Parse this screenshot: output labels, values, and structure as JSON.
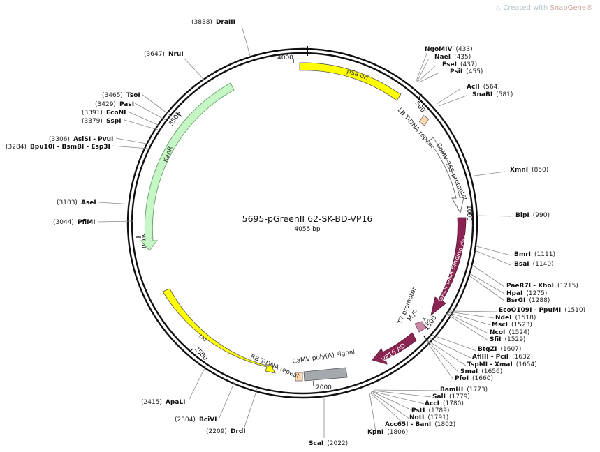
{
  "watermark": {
    "text": "Created with",
    "brand": "SnapGene®"
  },
  "plasmid": {
    "name": "5695-pGreenII 62-SK-BD-VP16",
    "size_label": "4055 bp",
    "length": 4055
  },
  "ticks": [
    "500",
    "1000",
    "1500",
    "2000",
    "2500",
    "3000",
    "3500",
    "4000"
  ],
  "sites": [
    {
      "name": "DraIII",
      "pos": "(3838)"
    },
    {
      "name": "NruI",
      "pos": "(3647)"
    },
    {
      "name": "TsoI",
      "pos": "(3465)"
    },
    {
      "name": "PasI",
      "pos": "(3429)"
    },
    {
      "name": "EcoNI",
      "pos": "(3391)"
    },
    {
      "name": "SspI",
      "pos": "(3379)"
    },
    {
      "name": "AsiSI - PvuI",
      "pos": "(3306)"
    },
    {
      "name": "Bpu10I - BsmBI - Esp3I",
      "pos": "(3284)"
    },
    {
      "name": "AseI",
      "pos": "(3103)"
    },
    {
      "name": "PflMI",
      "pos": "(3044)"
    },
    {
      "name": "ApaLI",
      "pos": "(2415)"
    },
    {
      "name": "BciVI",
      "pos": "(2304)"
    },
    {
      "name": "DrdI",
      "pos": "(2209)"
    },
    {
      "name": "ScaI",
      "pos": "(2022)"
    },
    {
      "name": "NgoMIV",
      "pos": "(433)"
    },
    {
      "name": "NaeI",
      "pos": "(435)"
    },
    {
      "name": "FseI",
      "pos": "(437)"
    },
    {
      "name": "PsiI",
      "pos": "(455)"
    },
    {
      "name": "AclI",
      "pos": "(564)"
    },
    {
      "name": "SnaBI",
      "pos": "(581)"
    },
    {
      "name": "XmnI",
      "pos": "(850)"
    },
    {
      "name": "BlpI",
      "pos": "(990)"
    },
    {
      "name": "BmrI",
      "pos": "(1111)"
    },
    {
      "name": "BsaI",
      "pos": "(1140)"
    },
    {
      "name": "PaeR7I - XhoI",
      "pos": "(1215)"
    },
    {
      "name": "HpaI",
      "pos": "(1275)"
    },
    {
      "name": "BsrGI",
      "pos": "(1288)"
    },
    {
      "name": "EcoO109I - PpuMI",
      "pos": "(1510)"
    },
    {
      "name": "NdeI",
      "pos": "(1518)"
    },
    {
      "name": "MscI",
      "pos": "(1523)"
    },
    {
      "name": "NcoI",
      "pos": "(1524)"
    },
    {
      "name": "SfiI",
      "pos": "(1529)"
    },
    {
      "name": "BtgZI",
      "pos": "(1607)"
    },
    {
      "name": "AflIII - PciI",
      "pos": "(1632)"
    },
    {
      "name": "TspMI - XmaI",
      "pos": "(1654)"
    },
    {
      "name": "SmaI",
      "pos": "(1656)"
    },
    {
      "name": "PfoI",
      "pos": "(1660)"
    },
    {
      "name": "BamHI",
      "pos": "(1773)"
    },
    {
      "name": "SalI",
      "pos": "(1779)"
    },
    {
      "name": "AccI",
      "pos": "(1780)"
    },
    {
      "name": "PstI",
      "pos": "(1789)"
    },
    {
      "name": "NotI",
      "pos": "(1791)"
    },
    {
      "name": "Acc65I - BanI",
      "pos": "(1802)"
    },
    {
      "name": "KpnI",
      "pos": "(1806)"
    }
  ],
  "features": [
    {
      "name": "pSa ori",
      "color": "#ffff00"
    },
    {
      "name": "LB T-DNA repeat",
      "color": "#ffd8b0"
    },
    {
      "name": "CaMV 35S promoter",
      "color": "#ffffff"
    },
    {
      "name": "GAL4 DNA binding domain",
      "color": "#8a2452"
    },
    {
      "name": "T7 promoter",
      "color": "#ffffff"
    },
    {
      "name": "Myc",
      "color": "#c98aa6"
    },
    {
      "name": "VP16 AD",
      "color": "#8a2452"
    },
    {
      "name": "CaMV poly(A) signal",
      "color": "#a3a9ad"
    },
    {
      "name": "RB T-DNA repeat",
      "color": "#ffd8b0"
    },
    {
      "name": "ori",
      "color": "#ffff00"
    },
    {
      "name": "KanR",
      "color": "#c6f5c6"
    }
  ]
}
